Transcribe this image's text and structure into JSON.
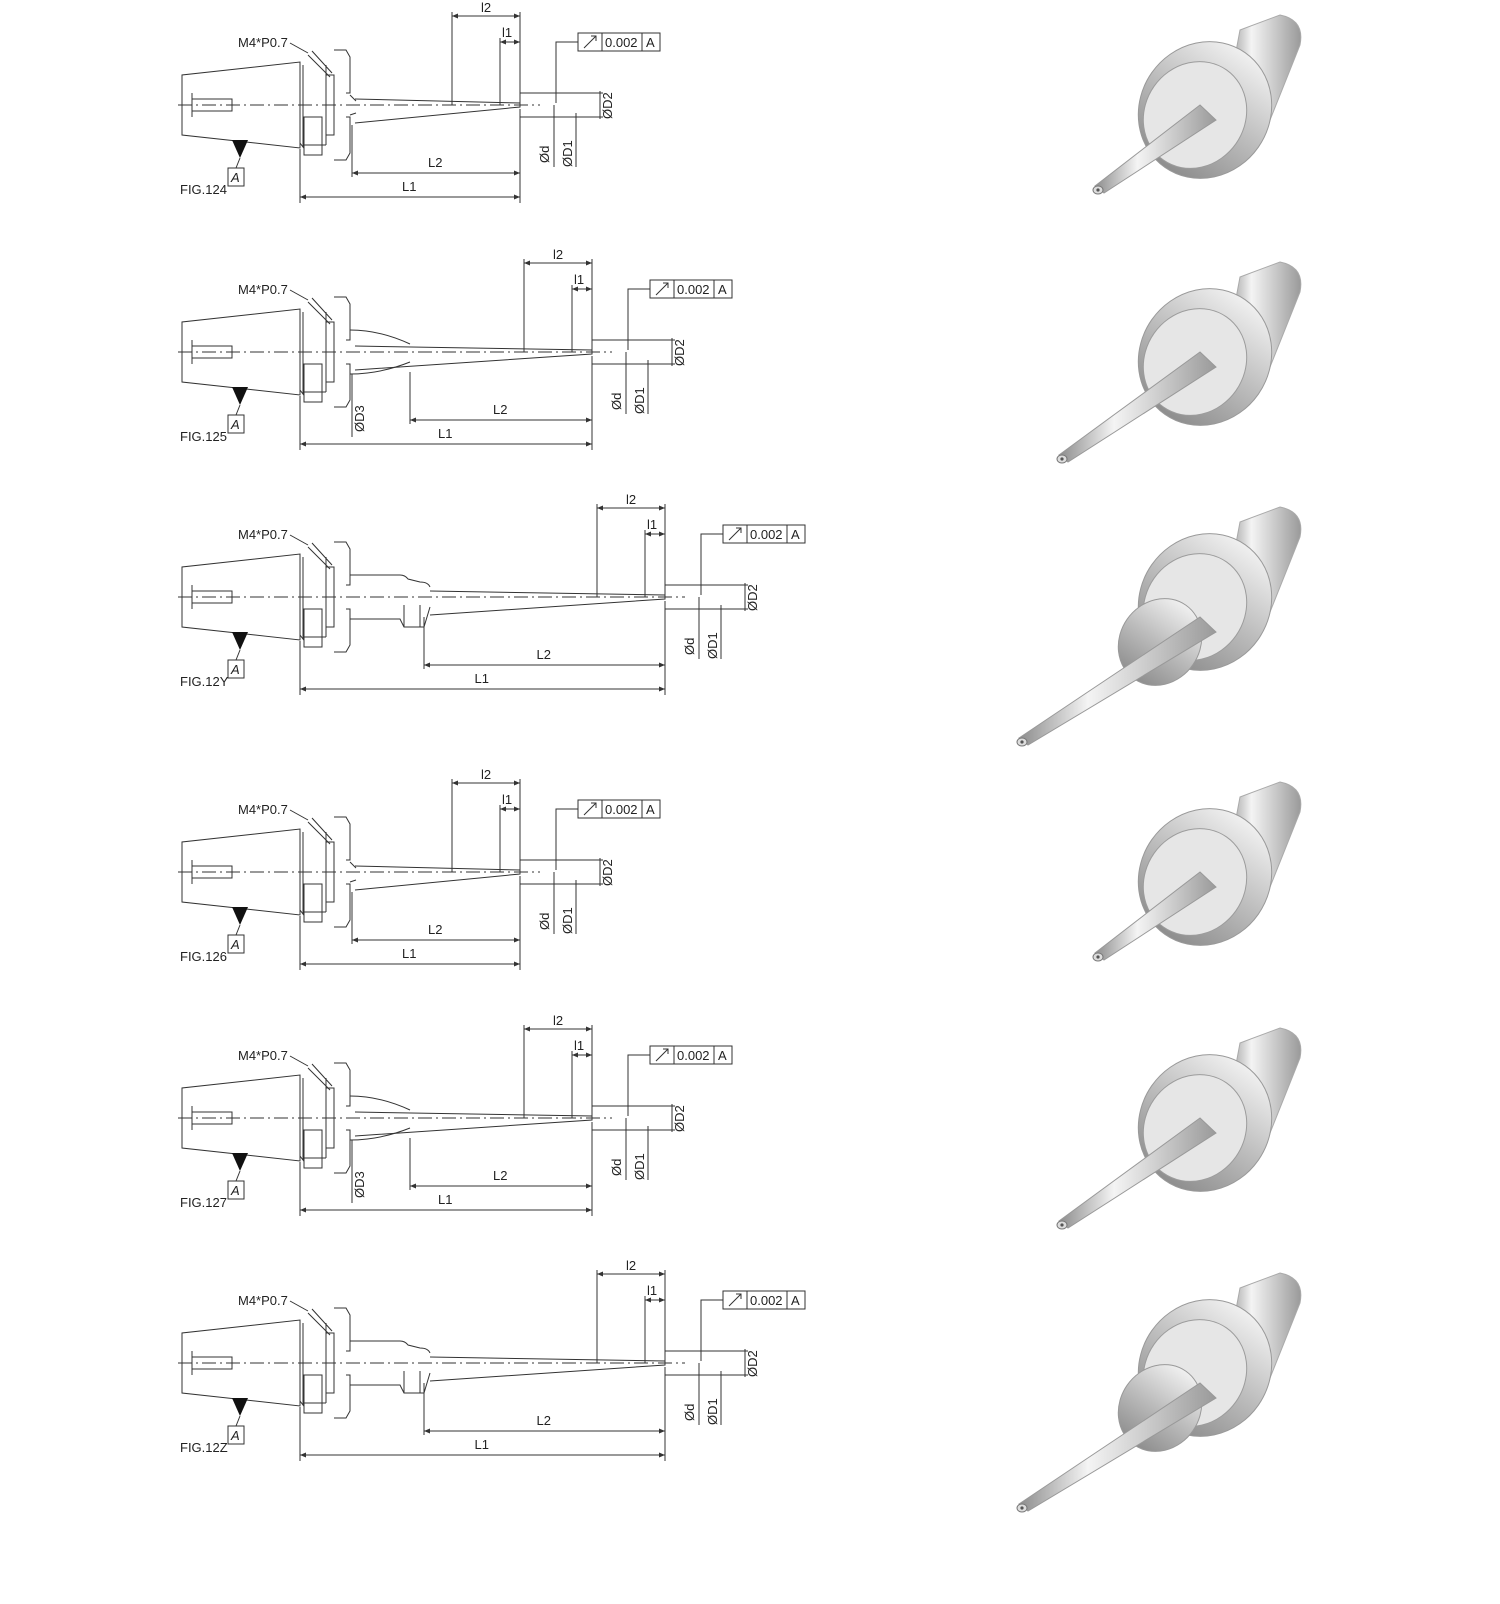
{
  "thread_label": "M4*P0.7",
  "tolerance": {
    "value": "0.002",
    "datum": "A",
    "symbol": "runout-arrow-icon"
  },
  "dims": {
    "l2": "l2",
    "l1": "l1",
    "L2": "L2",
    "L1": "L1",
    "D2": "ØD2",
    "d": "Ød",
    "D1": "ØD1",
    "D3": "ØD3"
  },
  "datum_label": "A",
  "figures": [
    {
      "label": "FIG.124",
      "variant": "short",
      "d3": false
    },
    {
      "label": "FIG.125",
      "variant": "long",
      "d3": true
    },
    {
      "label": "FIG.12Y",
      "variant": "extended",
      "d3": false
    },
    {
      "label": "FIG.126",
      "variant": "short",
      "d3": false
    },
    {
      "label": "FIG.127",
      "variant": "long",
      "d3": true
    },
    {
      "label": "FIG.12Z",
      "variant": "extended",
      "d3": false
    }
  ],
  "colors": {
    "line": "#333333",
    "silver_dark": "#8a8a8a",
    "silver_light": "#f2f2f2"
  }
}
